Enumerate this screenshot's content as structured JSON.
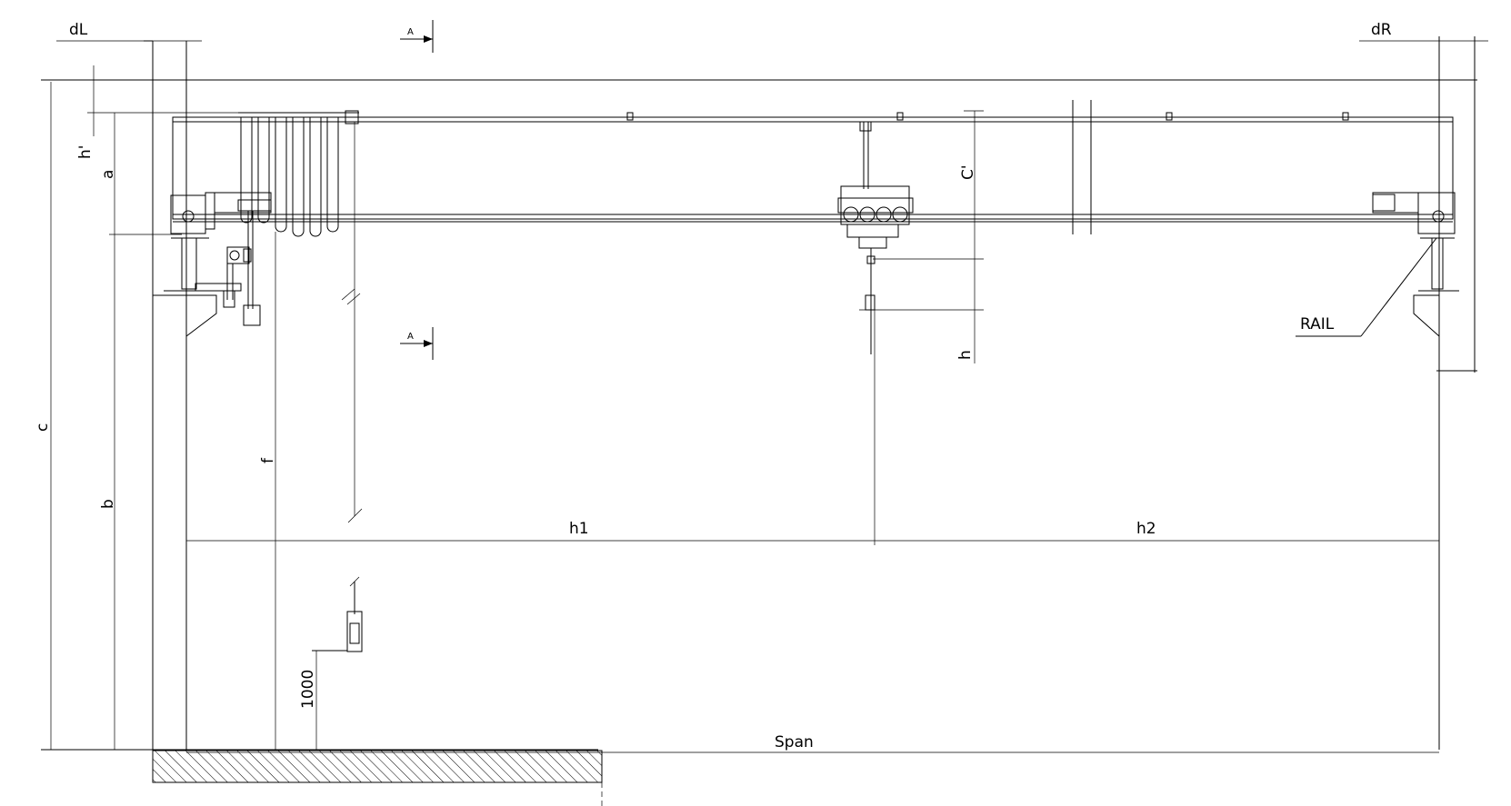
{
  "labels": {
    "dL": "dL",
    "dR": "dR",
    "section_top": "A",
    "section_bottom": "A",
    "h_prime": "h'",
    "a": "a",
    "c": "c",
    "b": "b",
    "f": "f",
    "c_prime": "C'",
    "h": "h",
    "rail": "RAIL",
    "h1": "h1",
    "h2": "h2",
    "height_1000": "1000",
    "span": "Span"
  },
  "colors": {
    "line": "#000000",
    "background": "#ffffff"
  }
}
